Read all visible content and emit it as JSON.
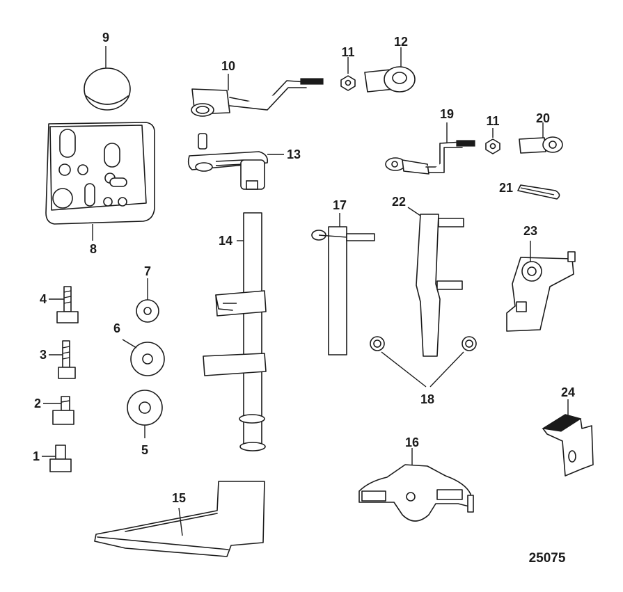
{
  "diagram": {
    "figure_number": "25075",
    "callouts": {
      "c1": "1",
      "c2": "2",
      "c3": "3",
      "c4": "4",
      "c5": "5",
      "c6": "6",
      "c7": "7",
      "c8": "8",
      "c9": "9",
      "c10": "10",
      "c11a": "11",
      "c11b": "11",
      "c12": "12",
      "c13": "13",
      "c14": "14",
      "c15": "15",
      "c16": "16",
      "c17": "17",
      "c18": "18",
      "c19": "19",
      "c20": "20",
      "c21": "21",
      "c22": "22",
      "c23": "23",
      "c24": "24"
    }
  }
}
